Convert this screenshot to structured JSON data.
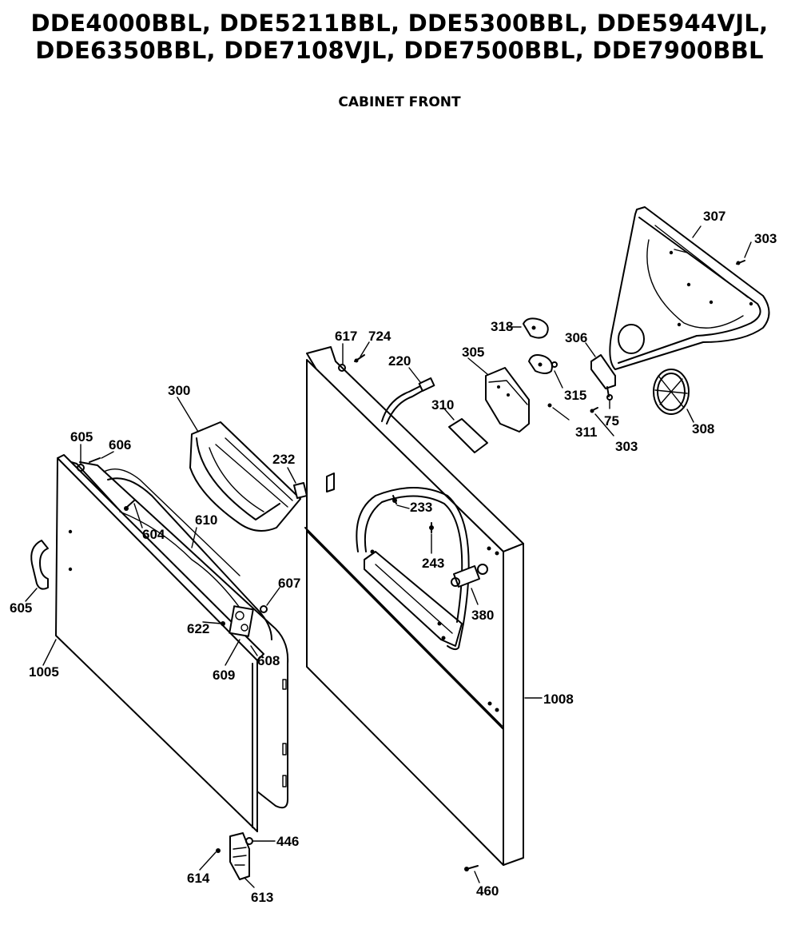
{
  "header": {
    "model_line_1": "DDE4000BBL, DDE5211BBL, DDE5300BBL, DDE5944VJL,",
    "model_line_2": "DDE6350BBL, DDE7108VJL, DDE7500BBL, DDE7900BBL",
    "section_title": "CABINET FRONT"
  },
  "parts": {
    "p307": "307",
    "p303a": "303",
    "p318": "318",
    "p306": "306",
    "p305": "305",
    "p315": "315",
    "p75": "75",
    "p311": "311",
    "p303b": "303",
    "p308": "308",
    "p310": "310",
    "p617": "617",
    "p724": "724",
    "p220": "220",
    "p300": "300",
    "p232": "232",
    "p233": "233",
    "p243": "243",
    "p380": "380",
    "p1008": "1008",
    "p460": "460",
    "p605a": "605",
    "p606": "606",
    "p604": "604",
    "p610": "610",
    "p607": "607",
    "p605b": "605",
    "p622": "622",
    "p608": "608",
    "p609": "609",
    "p1005": "1005",
    "p446": "446",
    "p614": "614",
    "p613": "613"
  }
}
